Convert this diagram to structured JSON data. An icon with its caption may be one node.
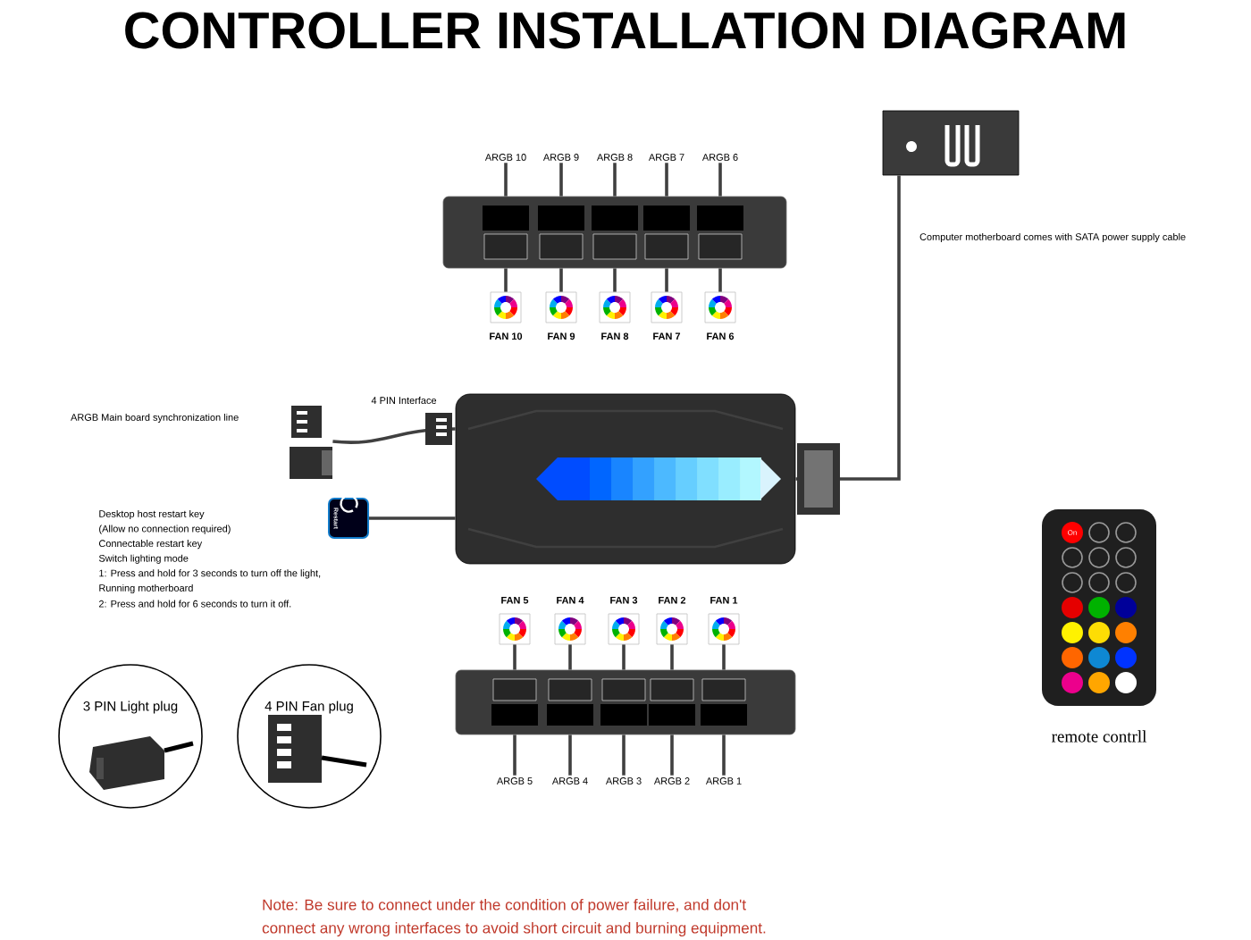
{
  "diagram": {
    "title": "CONTROLLER INSTALLATION DIAGRAM",
    "nodes": [
      {
        "text": [],
        "shape": "picture"
      },
      {
        "text": [],
        "shape": "picture"
      },
      {
        "text": [],
        "shape": "picture"
      },
      {
        "text": [],
        "shape": "picture"
      },
      {
        "text": [
          "ARGB 10"
        ]
      },
      {
        "text": [
          "ARGB 9"
        ]
      },
      {
        "text": [
          "ARGB 8"
        ]
      },
      {
        "text": [
          "ARGB 7"
        ]
      },
      {
        "text": [
          "ARGB 6"
        ]
      },
      {
        "text": [],
        "shape": "picture",
        "beside": [
          "FAN 10"
        ]
      },
      {
        "text": [],
        "shape": "picture",
        "beside": [
          "FAN 9"
        ]
      },
      {
        "text": [],
        "shape": "picture",
        "beside": [
          "FAN 8"
        ]
      },
      {
        "text": [],
        "shape": "picture",
        "beside": [
          "FAN 7"
        ]
      },
      {
        "text": [],
        "shape": "picture",
        "beside": [
          "FAN 6"
        ]
      },
      {
        "text": [],
        "shape": "picture",
        "beside": [
          "FAN 5"
        ]
      },
      {
        "text": [],
        "shape": "picture",
        "beside": [
          "FAN 4"
        ]
      },
      {
        "text": [],
        "shape": "picture",
        "beside": [
          "FAN 3"
        ]
      },
      {
        "text": [],
        "shape": "picture",
        "beside": [
          "FAN 2"
        ]
      },
      {
        "text": [],
        "shape": "picture",
        "beside": [
          "FAN 1"
        ]
      },
      {
        "text": [
          "ARGB 5"
        ]
      },
      {
        "text": [
          "ARGB 4"
        ]
      },
      {
        "text": [
          "ARGB 3"
        ]
      },
      {
        "text": [
          "ARGB 2"
        ]
      },
      {
        "text": [
          "ARGB 1"
        ]
      },
      {
        "text": [],
        "shape": "picture"
      },
      {
        "text": [],
        "shape": "picture",
        "beside": [
          "Desktop host restart key",
          "(Allow no connection required)",
          "Connectable restart key",
          "Switch lighting mode",
          "1: Press and hold for 3 seconds to turn off the light,",
          "Running motherboard",
          "2: Press and hold for 6 seconds to turn it off."
        ]
      },
      {
        "text": [
          "3 PIN Light plug"
        ]
      },
      {
        "text": [
          "4 PIN Fan plug"
        ]
      },
      {
        "text": [],
        "shape": "picture",
        "beside": [
          "remote contrll"
        ]
      }
    ],
    "edges": [
      {
        "from": 3,
        "to": 0,
        "arrow": "none"
      },
      {
        "from": 4,
        "to": 1,
        "arrow": "none"
      },
      {
        "from": 5,
        "to": 1,
        "arrow": "none"
      },
      {
        "from": 6,
        "to": 1,
        "arrow": "none"
      },
      {
        "from": 7,
        "to": 1,
        "arrow": "none"
      },
      {
        "from": 8,
        "to": 1,
        "arrow": "none"
      },
      {
        "from": 1,
        "to": 9,
        "arrow": "none"
      },
      {
        "from": 1,
        "to": 10,
        "arrow": "none"
      },
      {
        "from": 1,
        "to": 11,
        "arrow": "none"
      },
      {
        "from": 1,
        "to": 12,
        "arrow": "none"
      },
      {
        "from": 1,
        "to": 13,
        "arrow": "none"
      },
      {
        "from": 14,
        "to": 2,
        "arrow": "none"
      },
      {
        "from": 15,
        "to": 2,
        "arrow": "none"
      },
      {
        "from": 16,
        "to": 2,
        "arrow": "none"
      },
      {
        "from": 17,
        "to": 2,
        "arrow": "none"
      },
      {
        "from": 18,
        "to": 2,
        "arrow": "none"
      },
      {
        "from": 2,
        "to": 19,
        "arrow": "none"
      },
      {
        "from": 2,
        "to": 20,
        "arrow": "none"
      },
      {
        "from": 2,
        "to": 21,
        "arrow": "none"
      },
      {
        "from": 2,
        "to": 22,
        "arrow": "none"
      },
      {
        "from": 2,
        "to": 23,
        "arrow": "none"
      },
      {
        "from": 24,
        "to": 0,
        "arrow": "none"
      },
      {
        "from": 25,
        "to": 0,
        "arrow": "none"
      }
    ],
    "labels": [
      "ARGB Main board synchronization line",
      "Computer motherboard comes with SATA power supply cable",
      "4 PIN Interface",
      "Restart",
      "On",
      "Note: Be sure to connect under the condition of power failure, and don't",
      "connect any wrong interfaces to avoid short circuit and burning equipment."
    ]
  }
}
